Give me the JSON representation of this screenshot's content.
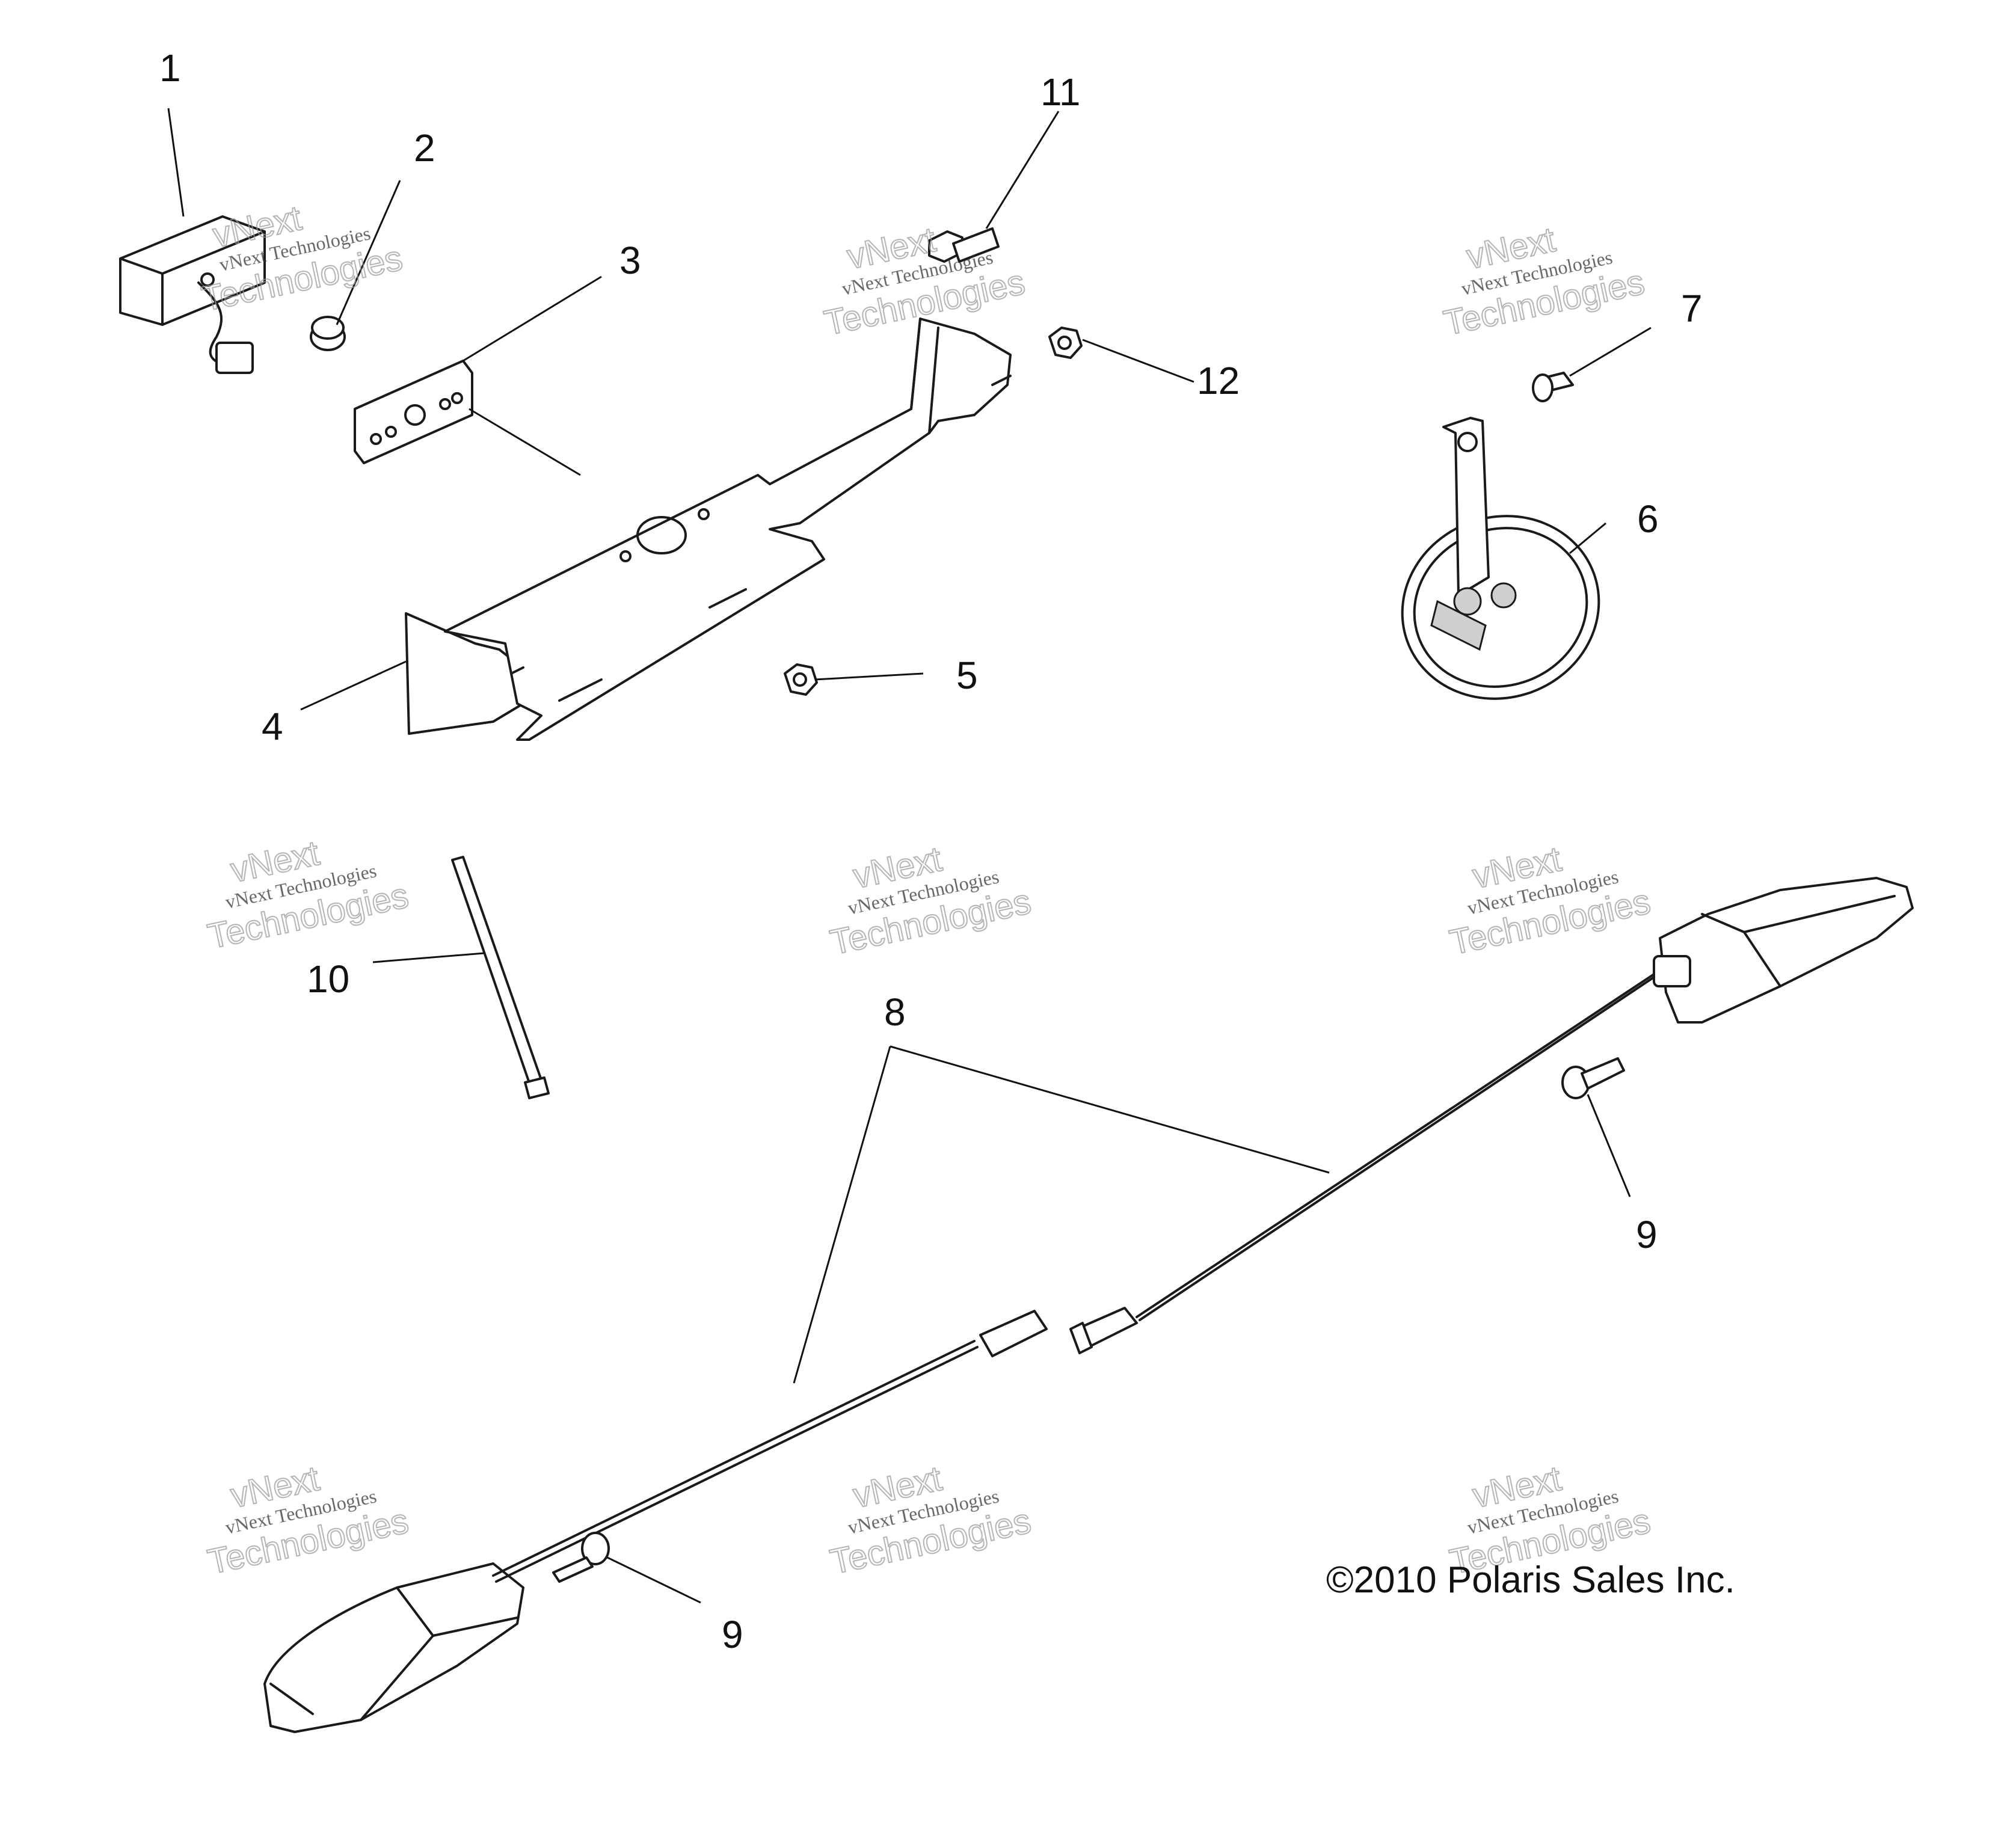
{
  "callouts": {
    "c1": "1",
    "c2": "2",
    "c3": "3",
    "c4": "4",
    "c5": "5",
    "c6": "6",
    "c7": "7",
    "c8": "8",
    "c9a": "9",
    "c9b": "9",
    "c10": "10",
    "c11": "11",
    "c12": "12"
  },
  "copyright": "©2010 Polaris Sales Inc.",
  "watermark": {
    "line1": "vNext Technologies",
    "line2": "Technologies",
    "line3": "vNext"
  },
  "colors": {
    "line": "#1a1a1a",
    "background": "#ffffff",
    "watermark": "#9a9a9a"
  }
}
